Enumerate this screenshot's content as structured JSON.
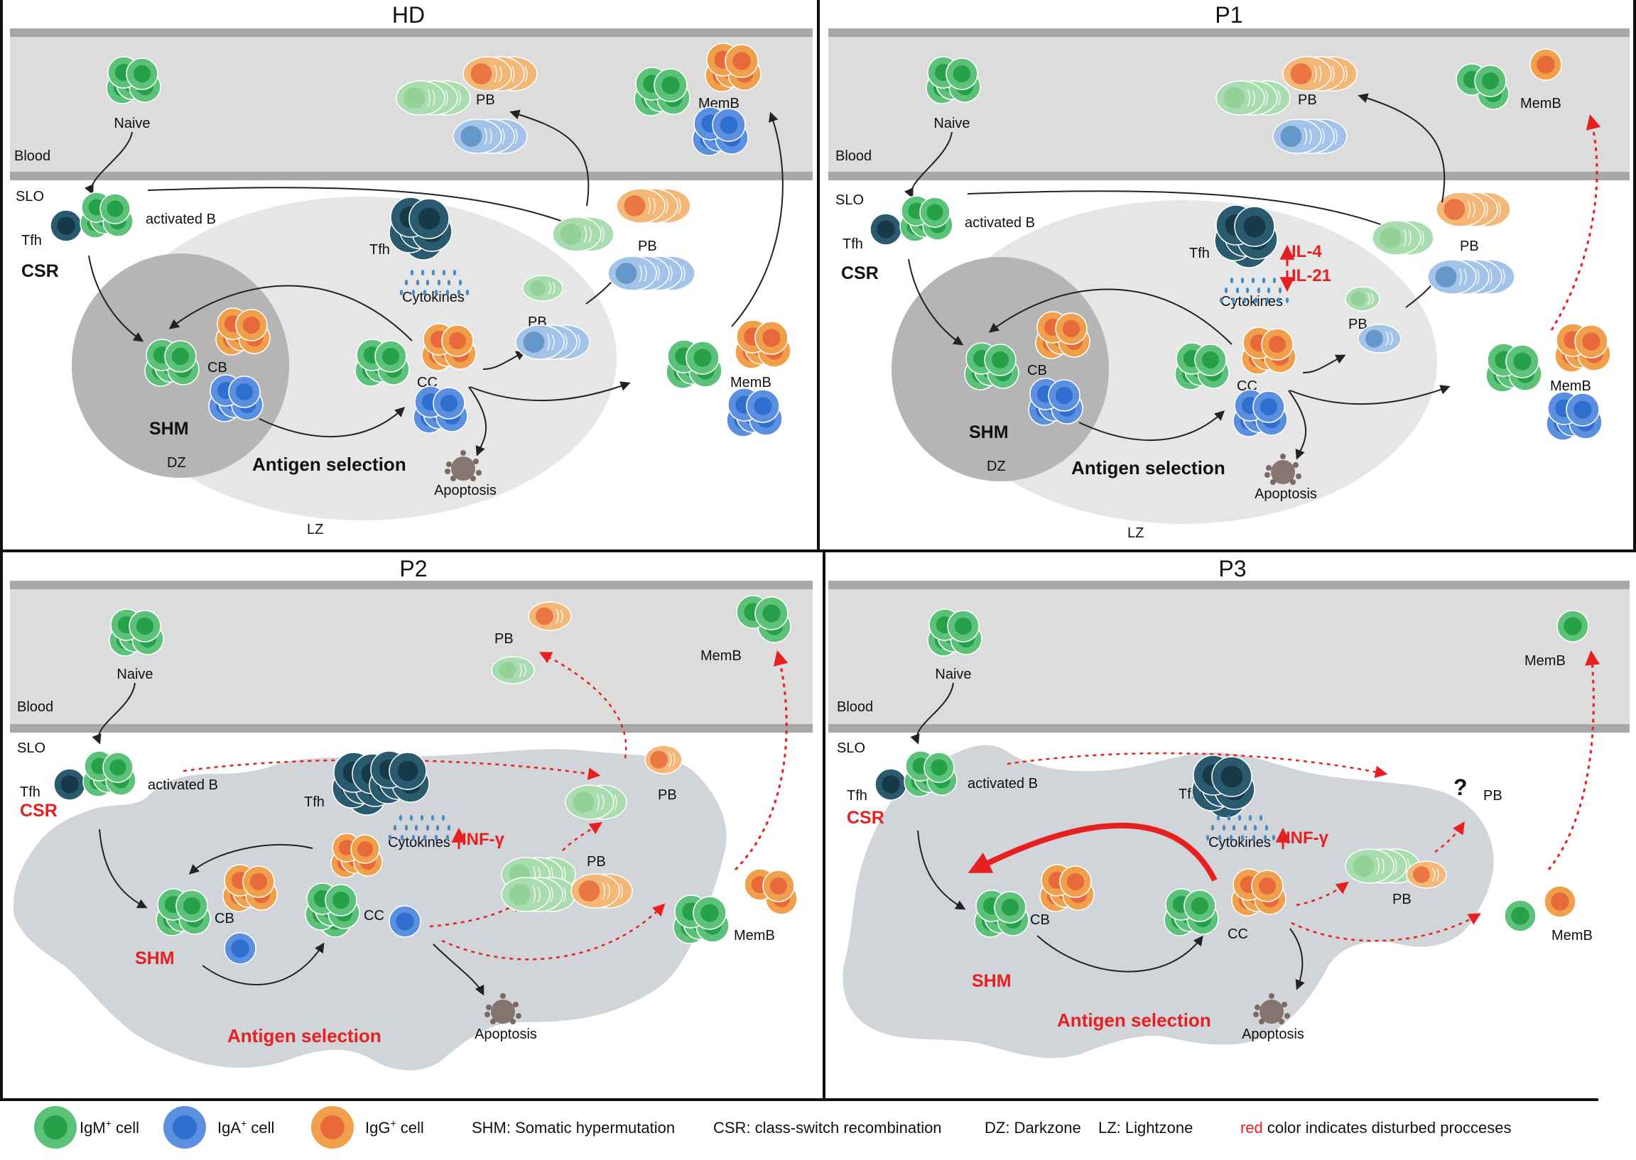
{
  "colors": {
    "igm": "#5cc27a",
    "igm_light": "#a9dcae",
    "igm_dark": "#27a04a",
    "iga": "#5b8fe0",
    "iga_light": "#a3c4e8",
    "iga_dark": "#2f6fd0",
    "igg": "#f0a04a",
    "igg_light": "#f3b877",
    "igg_red": "#e86a3a",
    "tfh": "#2a5a6e",
    "red": "#e62020",
    "black": "#222222",
    "vessel": "#dcdcdc",
    "vessel_edge": "#a8a8a8",
    "lz": "#e6e6e6",
    "dz": "#b5b5b5",
    "blob": "#d1d4d8",
    "cytokine": "#4a8bc4",
    "apoptosis": "#7a6a62"
  },
  "panels": [
    {
      "title": "HD",
      "labels": {
        "naive": "Naive",
        "blood": "Blood",
        "slo": "SLO",
        "activated": "activated B",
        "tfh": "Tfh",
        "csr": "CSR",
        "tfh2": "Tfh",
        "cytokines": "Cytokines",
        "pb_blood": "PB",
        "memb_blood": "MemB",
        "pb1": "PB",
        "pb2": "PB",
        "cb": "CB",
        "cc": "CC",
        "shm": "SHM",
        "dz": "DZ",
        "antigen": "Antigen selection",
        "apoptosis": "Apoptosis",
        "lz": "LZ",
        "memb": "MemB"
      }
    },
    {
      "title": "P1",
      "labels": {
        "naive": "Naive",
        "blood": "Blood",
        "slo": "SLO",
        "activated": "activated B",
        "tfh": "Tfh",
        "csr": "CSR",
        "tfh2": "Tfh",
        "cytokines": "Cytokines",
        "il4": "IL-4",
        "il21": "IL-21",
        "pb_blood": "PB",
        "memb_blood": "MemB",
        "pb1": "PB",
        "pb2": "PB",
        "cb": "CB",
        "cc": "CC",
        "shm": "SHM",
        "dz": "DZ",
        "antigen": "Antigen selection",
        "apoptosis": "Apoptosis",
        "lz": "LZ",
        "memb": "MemB"
      }
    },
    {
      "title": "P2",
      "labels": {
        "naive": "Naive",
        "blood": "Blood",
        "slo": "SLO",
        "activated": "activated B",
        "tfh": "Tfh",
        "csr": "CSR",
        "tfh2": "Tfh",
        "cytokines": "Cytokines",
        "infg": "INF-γ",
        "pb_blood": "PB",
        "memb_blood": "MemB",
        "pb1": "PB",
        "pb2": "PB",
        "cb": "CB",
        "cc": "CC",
        "shm": "SHM",
        "antigen": "Antigen selection",
        "apoptosis": "Apoptosis",
        "memb": "MemB"
      }
    },
    {
      "title": "P3",
      "labels": {
        "naive": "Naive",
        "blood": "Blood",
        "slo": "SLO",
        "activated": "activated B",
        "tfh": "Tfh",
        "csr": "CSR",
        "tfh2": "Tfh",
        "cytokines": "Cytokines",
        "infg": "INF-γ",
        "memb_blood": "MemB",
        "question": "?",
        "pb_q": "PB",
        "pb1": "PB",
        "cb": "CB",
        "cc": "CC",
        "shm": "SHM",
        "antigen": "Antigen selection",
        "apoptosis": "Apoptosis",
        "memb": "MemB"
      }
    }
  ],
  "legend": {
    "igm_prefix": "IgM",
    "iga_prefix": "IgA",
    "igg_prefix": "IgG",
    "sup": "+",
    "cell_suffix": " cell",
    "shm": "SHM: Somatic hypermutation",
    "csr": "CSR: class-switch recombination",
    "dz": "DZ: Darkzone",
    "lz": "LZ: Lightzone",
    "red_word": "red",
    "red_rest": " color indicates disturbed procceses"
  }
}
